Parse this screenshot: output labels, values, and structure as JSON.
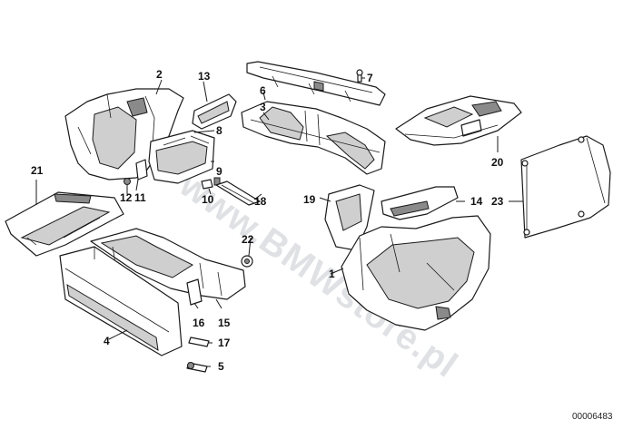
{
  "diagram": {
    "callouts": [
      "1",
      "2",
      "3",
      "4",
      "5",
      "6",
      "7",
      "8",
      "9",
      "10",
      "11",
      "12",
      "13",
      "14",
      "15",
      "16",
      "17",
      "18",
      "19",
      "20",
      "21",
      "22",
      "23"
    ],
    "watermark": "www.BMWstore.pl",
    "reference_code": "00006483"
  }
}
